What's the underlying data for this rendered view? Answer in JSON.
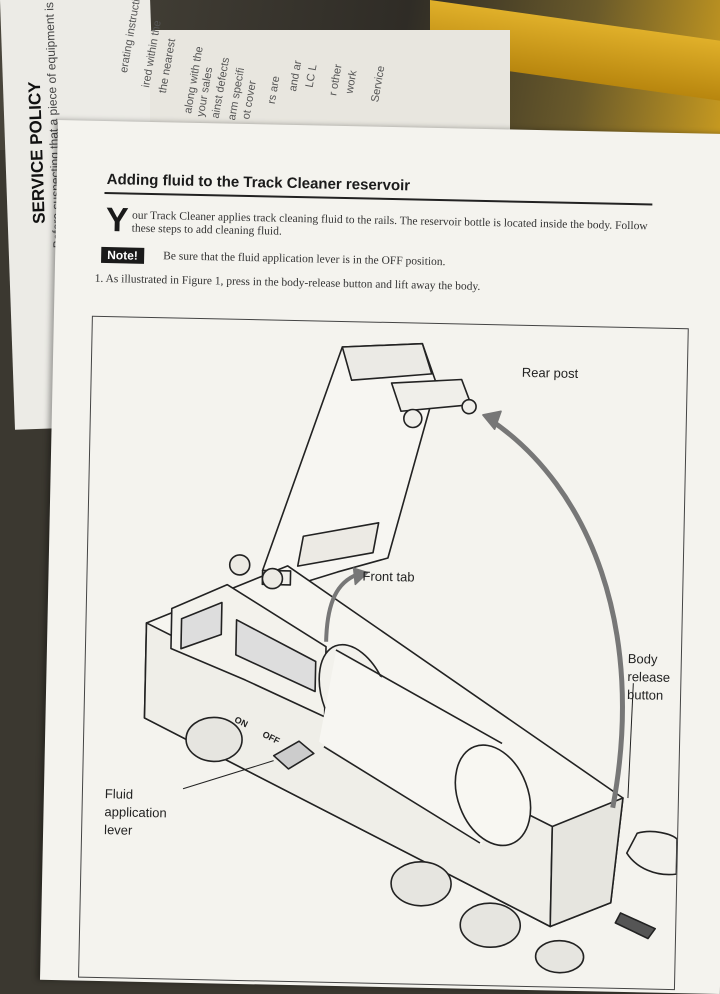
{
  "background_pages": {
    "service_policy_title": "SERVICE POLICY",
    "service_policy_line": "Before suspecting that a piece of equipment is",
    "side_fragments": [
      "erating instruction",
      "ired within the",
      "the nearest",
      "along with the",
      "your sales",
      "ainst defects",
      "arm specifi",
      "ot cover",
      "rs are",
      "and ar",
      "LC L",
      "r other",
      "work",
      "Service"
    ]
  },
  "page": {
    "title": "Adding fluid to the Track Cleaner reservoir",
    "dropcap": "Y",
    "intro": "our Track Cleaner applies track cleaning fluid to the rails. The reservoir bottle is located inside the body. Follow these steps to add cleaning fluid.",
    "note_label": "Note!",
    "note_text": "Be sure that the fluid application lever is in the OFF position.",
    "step_1": "1.  As illustrated in Figure 1, press in the body-release button and lift away the body."
  },
  "figure": {
    "rear_post": "Rear post",
    "front_tab": "Front tab",
    "body_release_line1": "Body release",
    "body_release_line2": "button",
    "fluid_line1": "Fluid",
    "fluid_line2": "application",
    "fluid_line3": "lever",
    "on_label": "ON",
    "off_label": "OFF"
  }
}
